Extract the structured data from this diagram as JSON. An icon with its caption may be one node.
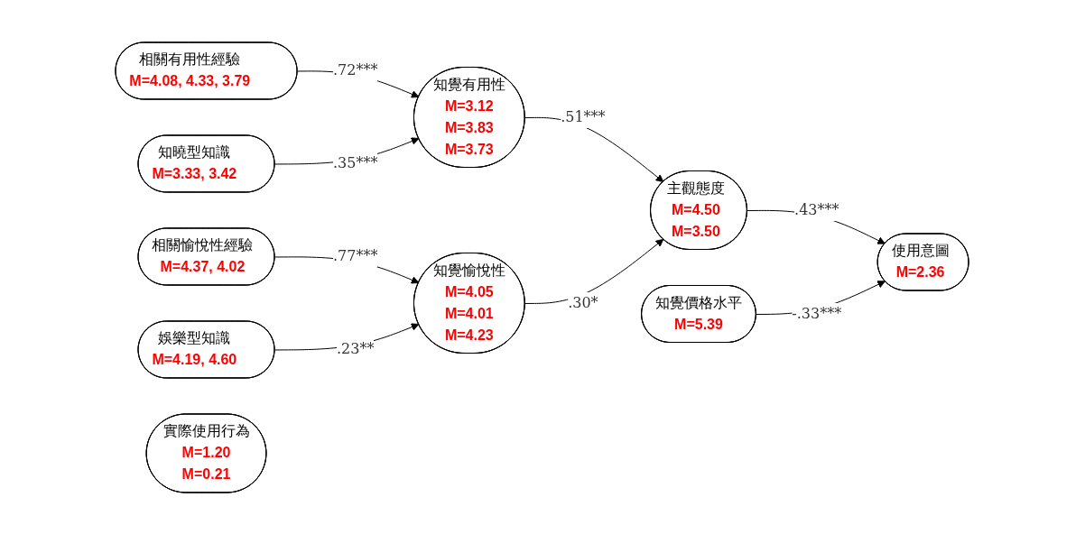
{
  "diagram": {
    "nodes": [
      {
        "text": [
          "相關有用性經驗",
          "M=4.08, 4.33, 3.79"
        ]
      },
      {
        "text": [
          "知曉型知識",
          "M=3.33, 3.42"
        ]
      },
      {
        "text": [
          "知覺有用性",
          "M=3.12",
          "M=3.83",
          "M=3.73"
        ]
      },
      {
        "text": [
          "相關愉悅性經驗",
          "M=4.37, 4.02"
        ]
      },
      {
        "text": [
          "娛樂型知識",
          "M=4.19, 4.60"
        ]
      },
      {
        "text": [
          "知覺愉悅性",
          "M=4.05",
          "M=4.01",
          "M=4.23"
        ]
      },
      {
        "text": [
          "主觀態度",
          "M=4.50",
          "M=3.50"
        ]
      },
      {
        "text": [
          "使用意圖",
          "M=2.36"
        ]
      },
      {
        "text": [
          "知覺價格水平",
          "M=5.39"
        ]
      },
      {
        "text": [
          "實際使用行為",
          "M=1.20",
          "M=0.21"
        ]
      }
    ],
    "edges": [
      {
        "from": 0,
        "to": 2,
        "arrow": "to",
        "label": ".72***"
      },
      {
        "from": 1,
        "to": 2,
        "arrow": "to",
        "label": ".35***"
      },
      {
        "from": 3,
        "to": 5,
        "arrow": "to",
        "label": ".77***"
      },
      {
        "from": 4,
        "to": 5,
        "arrow": "to",
        "label": ".23**"
      },
      {
        "from": 2,
        "to": 6,
        "arrow": "to",
        "label": ".51***"
      },
      {
        "from": 5,
        "to": 6,
        "arrow": "to",
        "label": ".30*"
      },
      {
        "from": 6,
        "to": 7,
        "arrow": "to",
        "label": ".43***"
      },
      {
        "from": 8,
        "to": 7,
        "arrow": "to",
        "label": "-.33***"
      }
    ]
  }
}
